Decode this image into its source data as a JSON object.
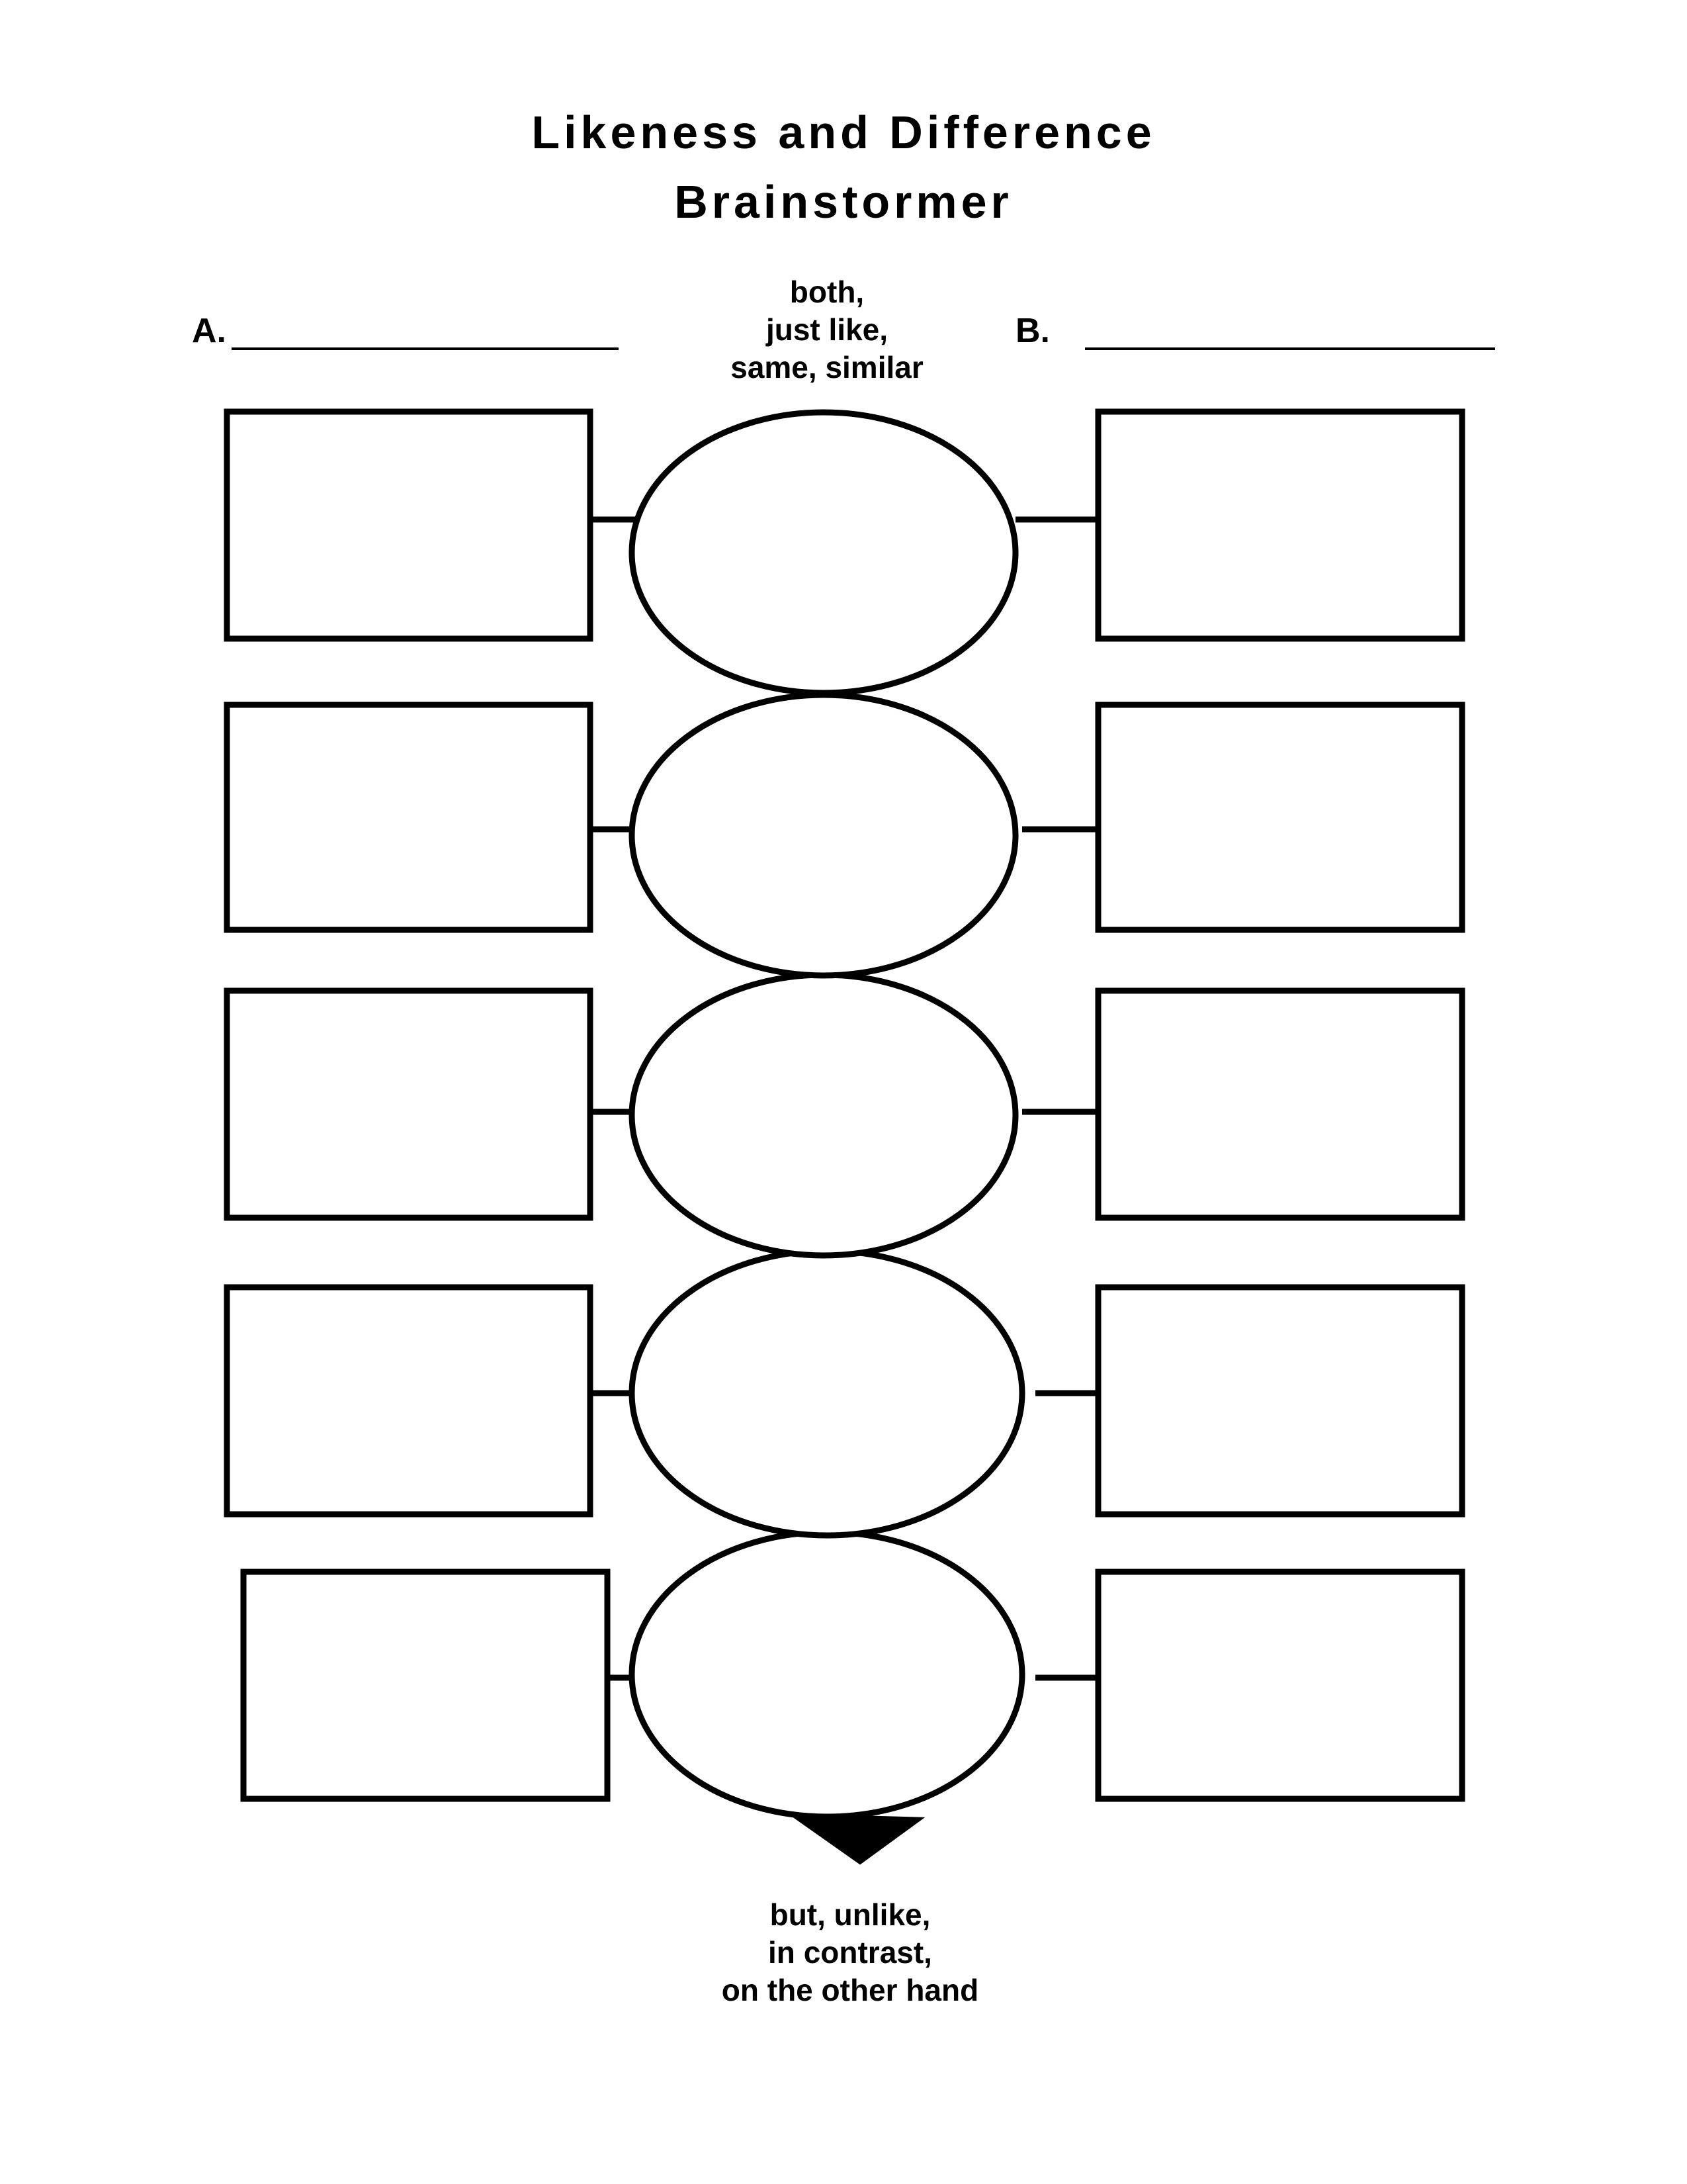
{
  "title": {
    "line1": "Likeness and Difference",
    "line2": "Brainstormer"
  },
  "labels": {
    "a": "A.",
    "b": "B."
  },
  "similarity_words": [
    "both,",
    "just like,",
    "same, similar"
  ],
  "difference_words": [
    "but, unlike,",
    "in contrast,",
    "on the other hand"
  ],
  "rows": [
    {
      "id": 1
    },
    {
      "id": 2
    },
    {
      "id": 3
    },
    {
      "id": 4
    },
    {
      "id": 5
    }
  ]
}
